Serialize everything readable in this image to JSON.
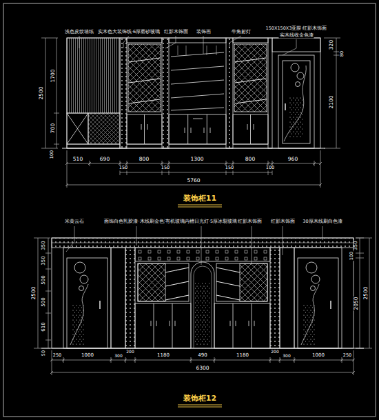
{
  "diagram": {
    "labels": [
      "浅色皮纹墙纸",
      "实木色大装饰线·6厚磨砂玻璃",
      "红影木饰面",
      "装饰画",
      "牛角射灯",
      "150X150X3亚膜·红影木饰面",
      "实木线收金色漆",
      "2500",
      "1700",
      "700",
      "100",
      "320",
      "80",
      "2100",
      "510",
      "690",
      "800",
      "1300",
      "800",
      "960",
      "150",
      "150",
      "150",
      "100",
      "5760",
      "装饰柜11",
      "米黄云石",
      "面饰白色乳胶漆·木线刷金色漆",
      "有机玻璃内槽日光灯·5厚冰裂玻璃",
      "红影木饰面",
      "红影木饰面",
      "30厚木线刷白色漆",
      "2500",
      "350",
      "350",
      "500",
      "500",
      "610",
      "50",
      "350",
      "100",
      "2050",
      "2500",
      "250",
      "1000",
      "300",
      "200",
      "1180",
      "490",
      "1180",
      "200",
      "300",
      "1000",
      "250",
      "6300",
      "装饰柜12"
    ]
  }
}
